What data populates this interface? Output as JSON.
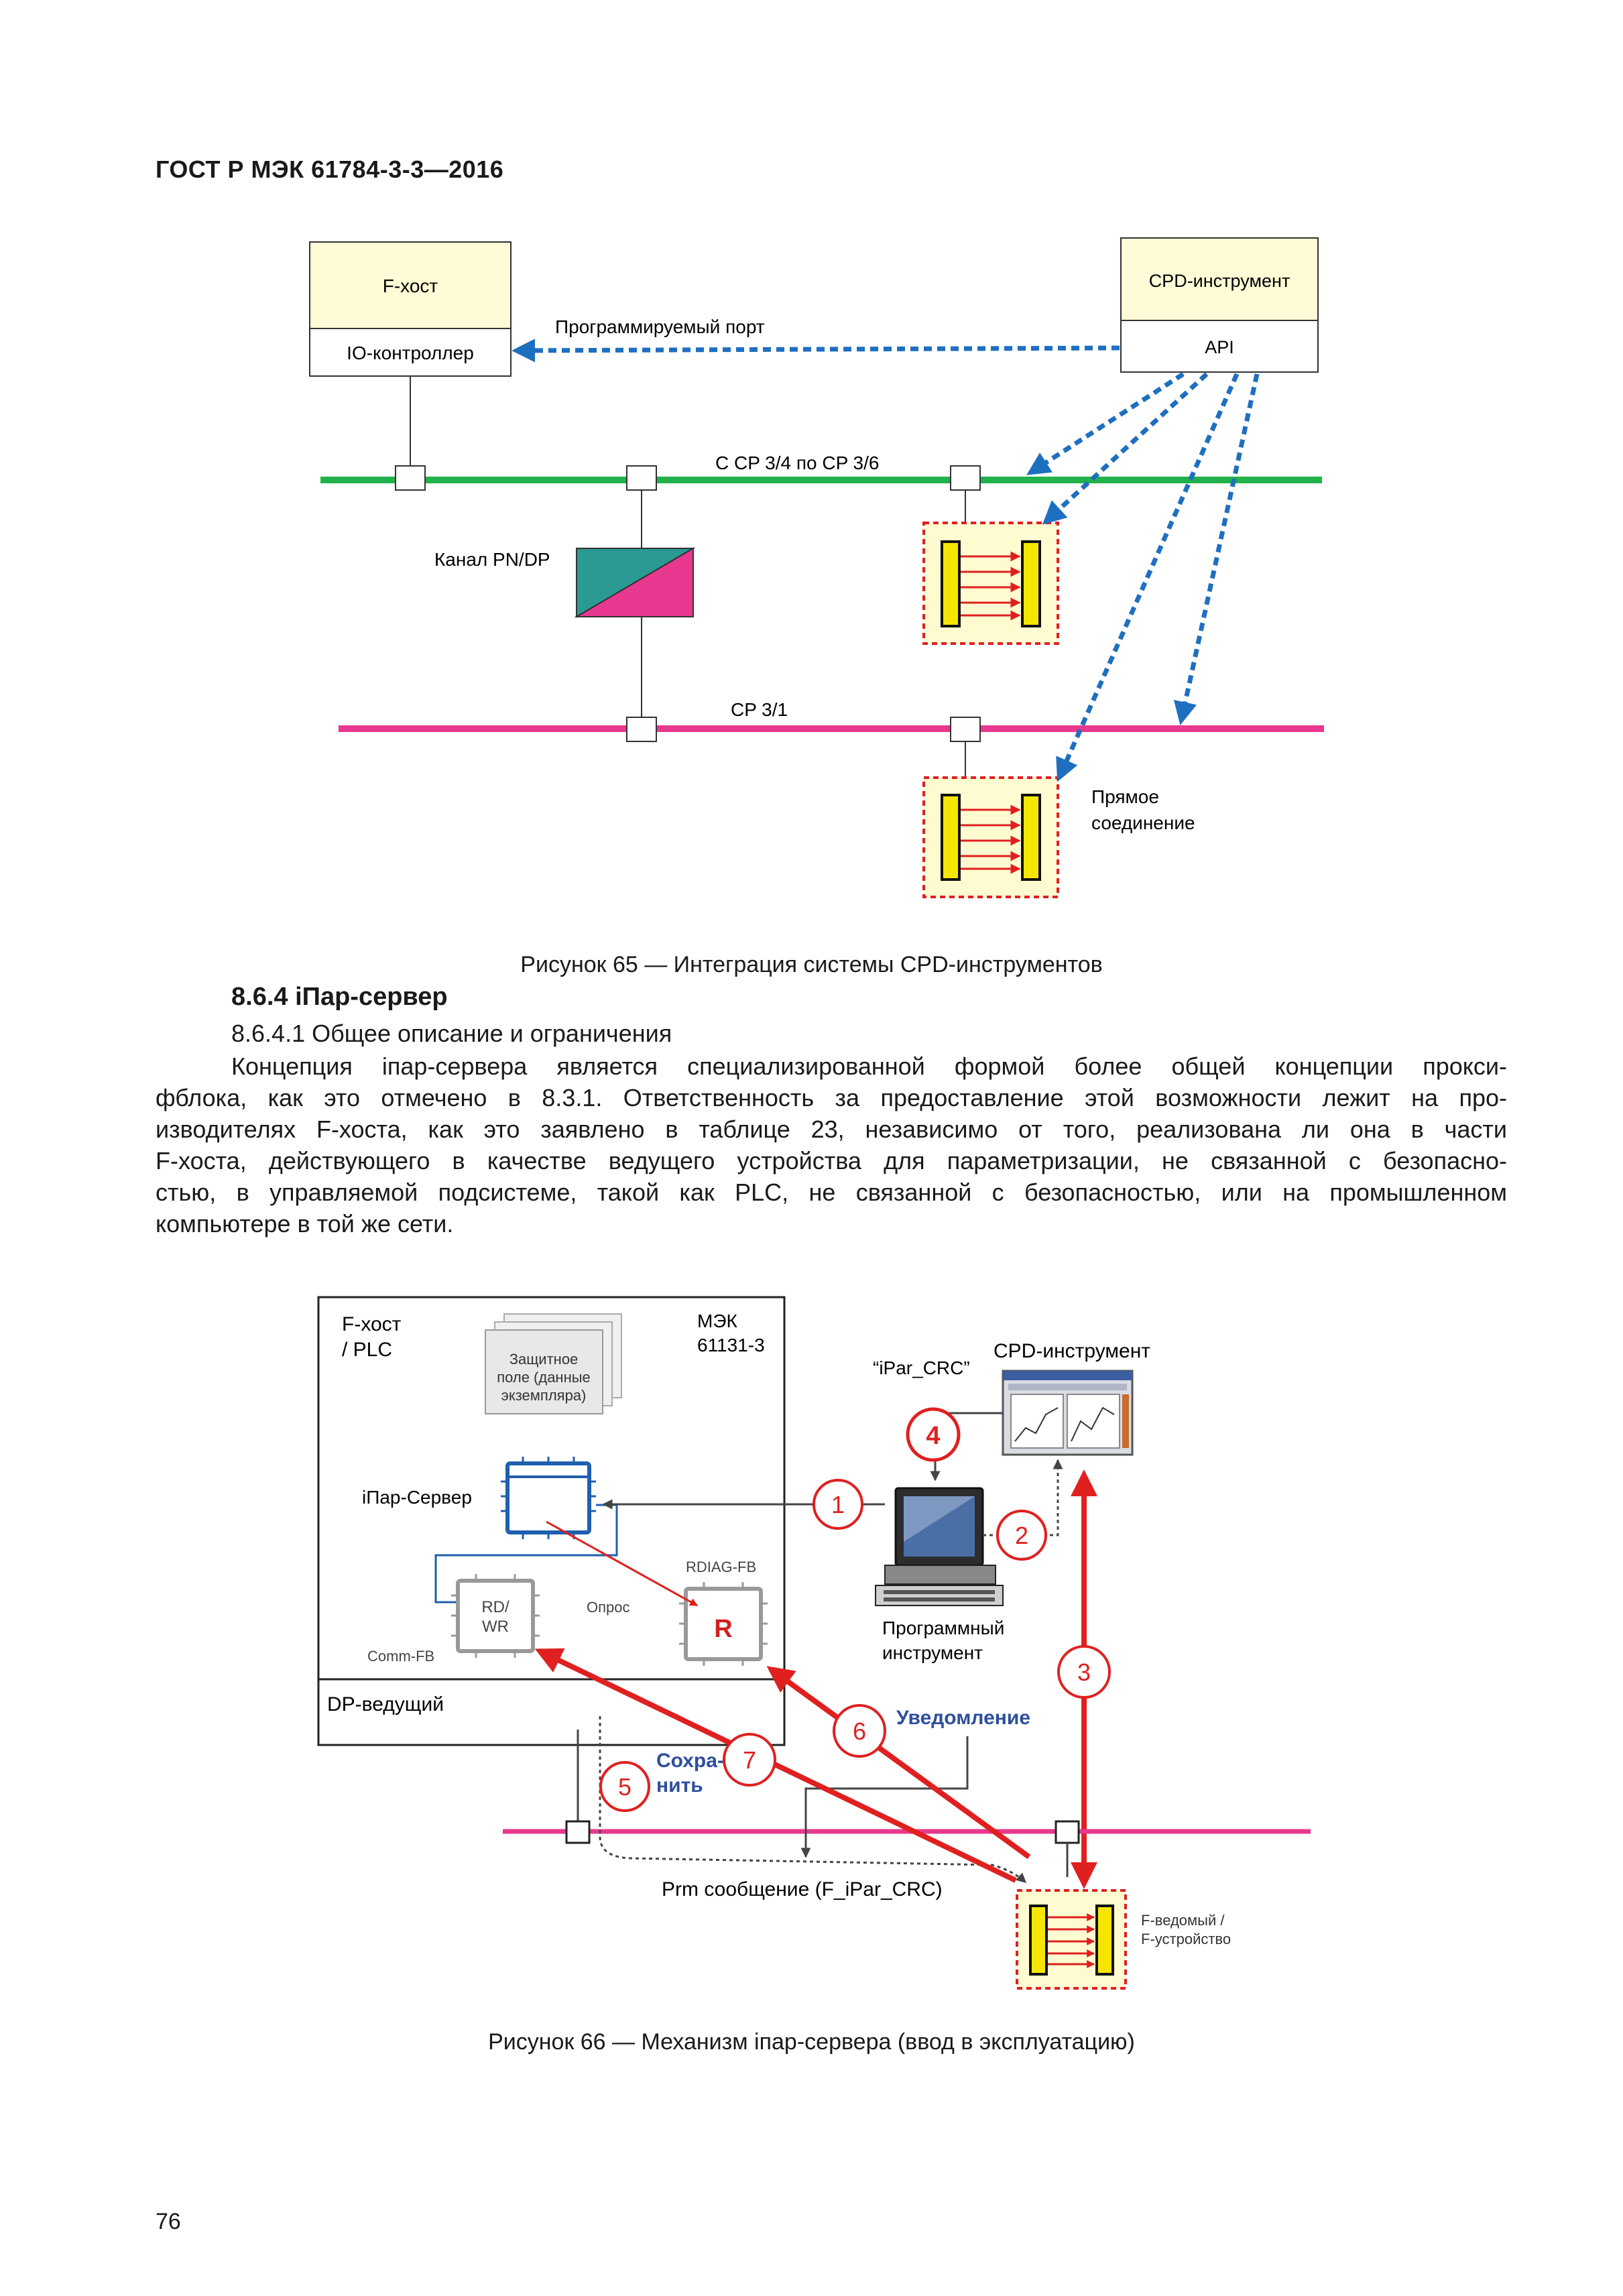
{
  "header": {
    "standard": "ГОСТ Р МЭК 61784-3-3—2016"
  },
  "figure65": {
    "f_host": "F-хост",
    "io_controller": "IO-контроллер",
    "cpd_tool": "CPD-инструмент",
    "api": "API",
    "programmable_port": "Программируемый порт",
    "bus_top_label": "С CP 3/4 по CP 3/6",
    "pn_dp_channel": "Канал PN/DP",
    "bus_bottom_label": "CP 3/1",
    "direct_connection_line1": "Прямое",
    "direct_connection_line2": "соединение",
    "caption": "Рисунок 65 — Интеграция системы CPD-инструментов",
    "colors": {
      "top_bus": "#22b24c",
      "bottom_bus": "#e8388f",
      "dashed_arrow": "#1f6fc0",
      "device_fill": "#fffbd0",
      "device_red": "#e02020"
    }
  },
  "section": {
    "heading": "8.6.4  iПар-сервер",
    "subheading": "8.6.4.1  Общее описание и ограничения",
    "paragraph_lines": [
      "Концепция iпар-сервера является специализированной формой более общей концепции прокси-",
      "фблока, как это отмечено в 8.3.1. Ответственность за предоставление этой возможности лежит на про-",
      "изводителях F-хоста, как это заявлено в таблице 23, независимо от того, реализована ли она в части",
      "F-хоста, действующего в качестве ведущего устройства для параметризации, не связанной с безопасно-",
      "стью, в управляемой подсистеме, такой как PLC, не связанной с безопасностью, или на промышленном",
      "компьютере в той же сети."
    ]
  },
  "figure66": {
    "f_host_plc_line1": "F-хост",
    "f_host_plc_line2": "/ PLC",
    "iec_line1": "МЭК",
    "iec_line2": "61131-3",
    "protected_field_line1": "Защитное",
    "protected_field_line2": "поле (данные",
    "protected_field_line3": "экземпляра)",
    "ipar_server": "iПар-Сервер",
    "rdiag_fb": "RDIAG-FB",
    "poll": "Опрос",
    "rdwr_line1": "RD/",
    "rdwr_line2": "WR",
    "comm_fb": "Comm-FB",
    "r_letter": "R",
    "dp_master": "DP-ведущий",
    "ipar_crc": "“iPar_CRC”",
    "cpd_tool": "CPD-инструмент",
    "program_tool_line1": "Программный",
    "program_tool_line2": "инструмент",
    "notification": "Уведомление",
    "save_line1": "Сохра-",
    "save_line2": "нить",
    "prm_message": "Prm сообщение (F_iPar_CRC)",
    "f_slave_line1": "F-ведомый /",
    "f_slave_line2": "F-устройство",
    "steps": [
      "1",
      "2",
      "3",
      "4",
      "5",
      "6",
      "7"
    ],
    "caption": "Рисунок 66 — Механизм iпар-сервера (ввод в эксплуатацию)"
  },
  "page_number": "76"
}
